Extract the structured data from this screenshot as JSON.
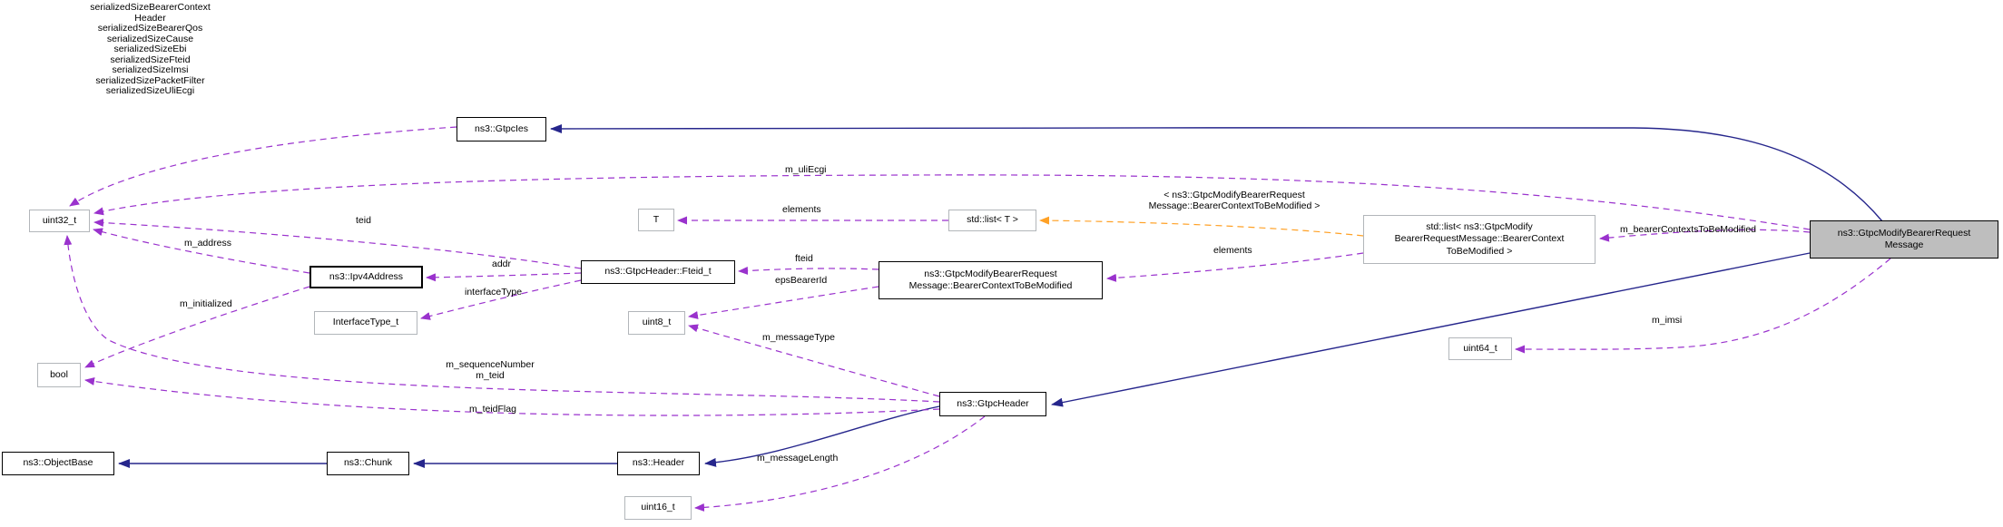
{
  "diagram": {
    "colors": {
      "inheritance": "#26268c",
      "usage": "#9a32cd",
      "template_relation": "#ffa126",
      "highlight_node_bg": "#bebebe"
    },
    "nodes": [
      {
        "id": "gtpcies",
        "label": "ns3::GtpcIes"
      },
      {
        "id": "uint32",
        "label": "uint32_t"
      },
      {
        "id": "t",
        "label": "T"
      },
      {
        "id": "stdlist_t",
        "label": "std::list< T >"
      },
      {
        "id": "stdlist_full",
        "label": "std::list< ns3::GtpcModify\nBearerRequestMessage::BearerContext\nToBeModified >"
      },
      {
        "id": "main",
        "label": "ns3::GtpcModifyBearerRequest\nMessage"
      },
      {
        "id": "ipv4",
        "label": "ns3::Ipv4Address"
      },
      {
        "id": "fteid_t",
        "label": "ns3::GtpcHeader::Fteid_t"
      },
      {
        "id": "bctbm",
        "label": "ns3::GtpcModifyBearerRequest\nMessage::BearerContextToBeModified"
      },
      {
        "id": "iface",
        "label": "InterfaceType_t"
      },
      {
        "id": "uint8",
        "label": "uint8_t"
      },
      {
        "id": "bool",
        "label": "bool"
      },
      {
        "id": "gtpcheader",
        "label": "ns3::GtpcHeader"
      },
      {
        "id": "objectbase",
        "label": "ns3::ObjectBase"
      },
      {
        "id": "chunk",
        "label": "ns3::Chunk"
      },
      {
        "id": "header",
        "label": "ns3::Header"
      },
      {
        "id": "uint16",
        "label": "uint16_t"
      },
      {
        "id": "uint64",
        "label": "uint64_t"
      }
    ],
    "edge_labels": [
      {
        "id": "serialized_sizes",
        "text": "serializedSizeBearerContext\nHeader\nserializedSizeBearerQos\nserializedSizeCause\nserializedSizeEbi\nserializedSizeFteid\nserializedSizeImsi\nserializedSizePacketFilter\nserializedSizeUliEcgi"
      },
      {
        "id": "m_uliEcgi",
        "text": "m_uliEcgi"
      },
      {
        "id": "elements_list_t",
        "text": "elements"
      },
      {
        "id": "template_args",
        "text": "< ns3::GtpcModifyBearerRequest\nMessage::BearerContextToBeModified >"
      },
      {
        "id": "elements_list_full",
        "text": "elements"
      },
      {
        "id": "m_bearerContextsToBeModified",
        "text": "m_bearerContextsToBeModified"
      },
      {
        "id": "teid",
        "text": "teid"
      },
      {
        "id": "m_address",
        "text": "m_address"
      },
      {
        "id": "addr",
        "text": "addr"
      },
      {
        "id": "interfaceType",
        "text": "interfaceType"
      },
      {
        "id": "fteid",
        "text": "fteid"
      },
      {
        "id": "epsBearerId",
        "text": "epsBearerId"
      },
      {
        "id": "m_messageType",
        "text": "m_messageType"
      },
      {
        "id": "m_initialized",
        "text": "m_initialized"
      },
      {
        "id": "m_sequenceNumber_m_teid",
        "text": "m_sequenceNumber\nm_teid"
      },
      {
        "id": "m_teidFlag",
        "text": "m_teidFlag"
      },
      {
        "id": "m_messageLength",
        "text": "m_messageLength"
      },
      {
        "id": "m_imsi",
        "text": "m_imsi"
      }
    ]
  }
}
